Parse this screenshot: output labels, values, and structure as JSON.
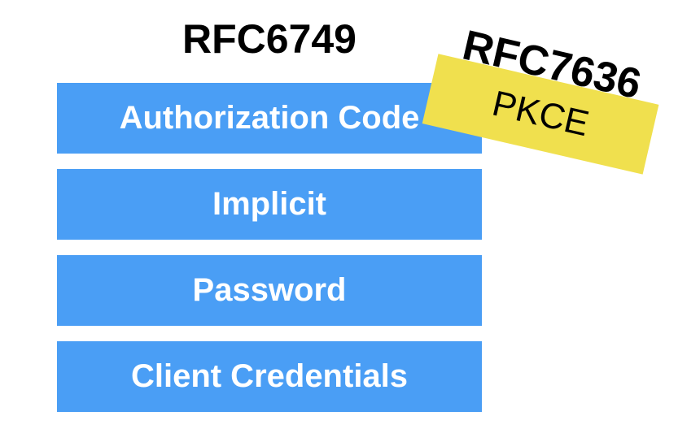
{
  "slide": {
    "rfc6749_title": "RFC6749",
    "grant_bars": [
      "Authorization Code",
      "Implicit",
      "Password",
      "Client Credentials"
    ],
    "sticker": {
      "title": "RFC7636",
      "label": "PKCE"
    },
    "colors": {
      "bar_blue": "#4A9EF5",
      "sticker_yellow": "#F0E04E",
      "bar_text": "#FFFFFF",
      "title_text": "#000000"
    }
  }
}
